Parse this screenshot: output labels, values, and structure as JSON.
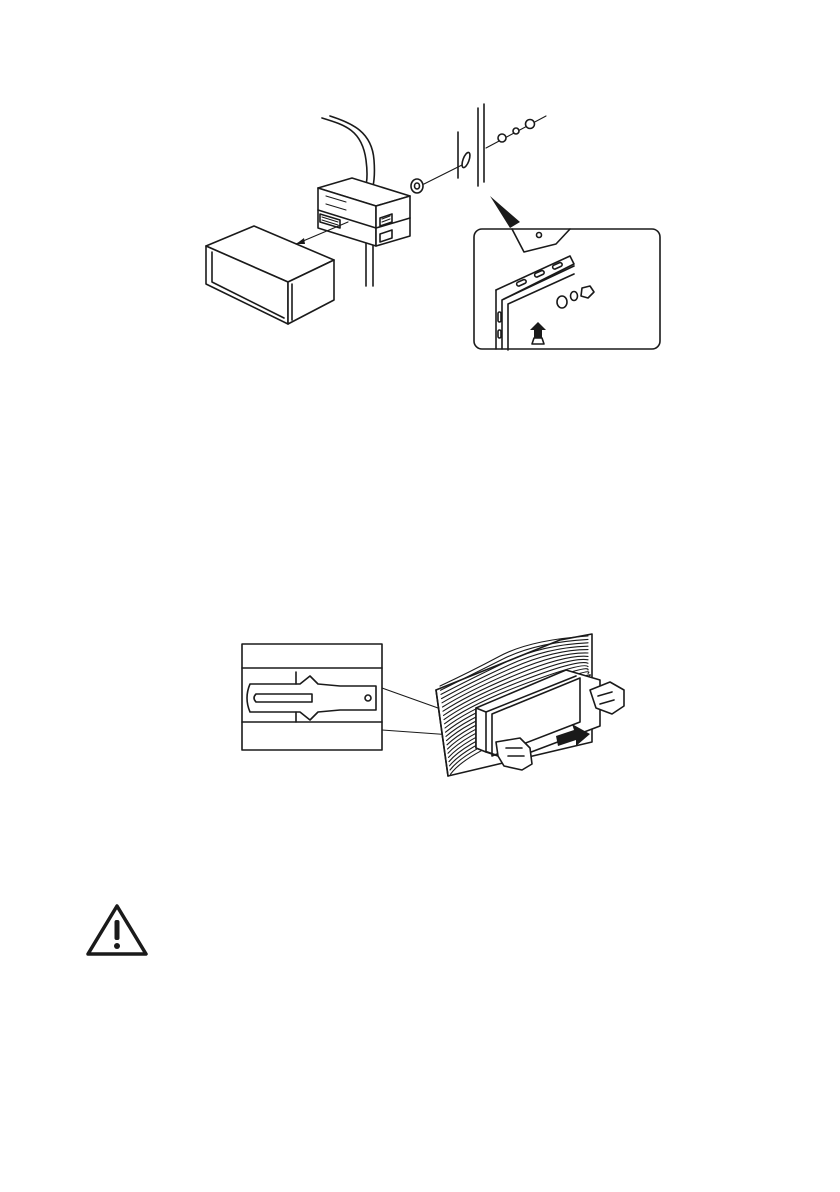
{
  "figures": [
    {
      "name": "mounting-diagram",
      "description_icon": "bracket-screw-mount"
    },
    {
      "name": "removal-diagram",
      "description_icon": "release-key-removal"
    }
  ],
  "warning": {
    "icon": "warning-triangle-icon",
    "color": "#1a1a1a"
  },
  "colors": {
    "line": "#1a1a1a",
    "background": "#ffffff"
  }
}
